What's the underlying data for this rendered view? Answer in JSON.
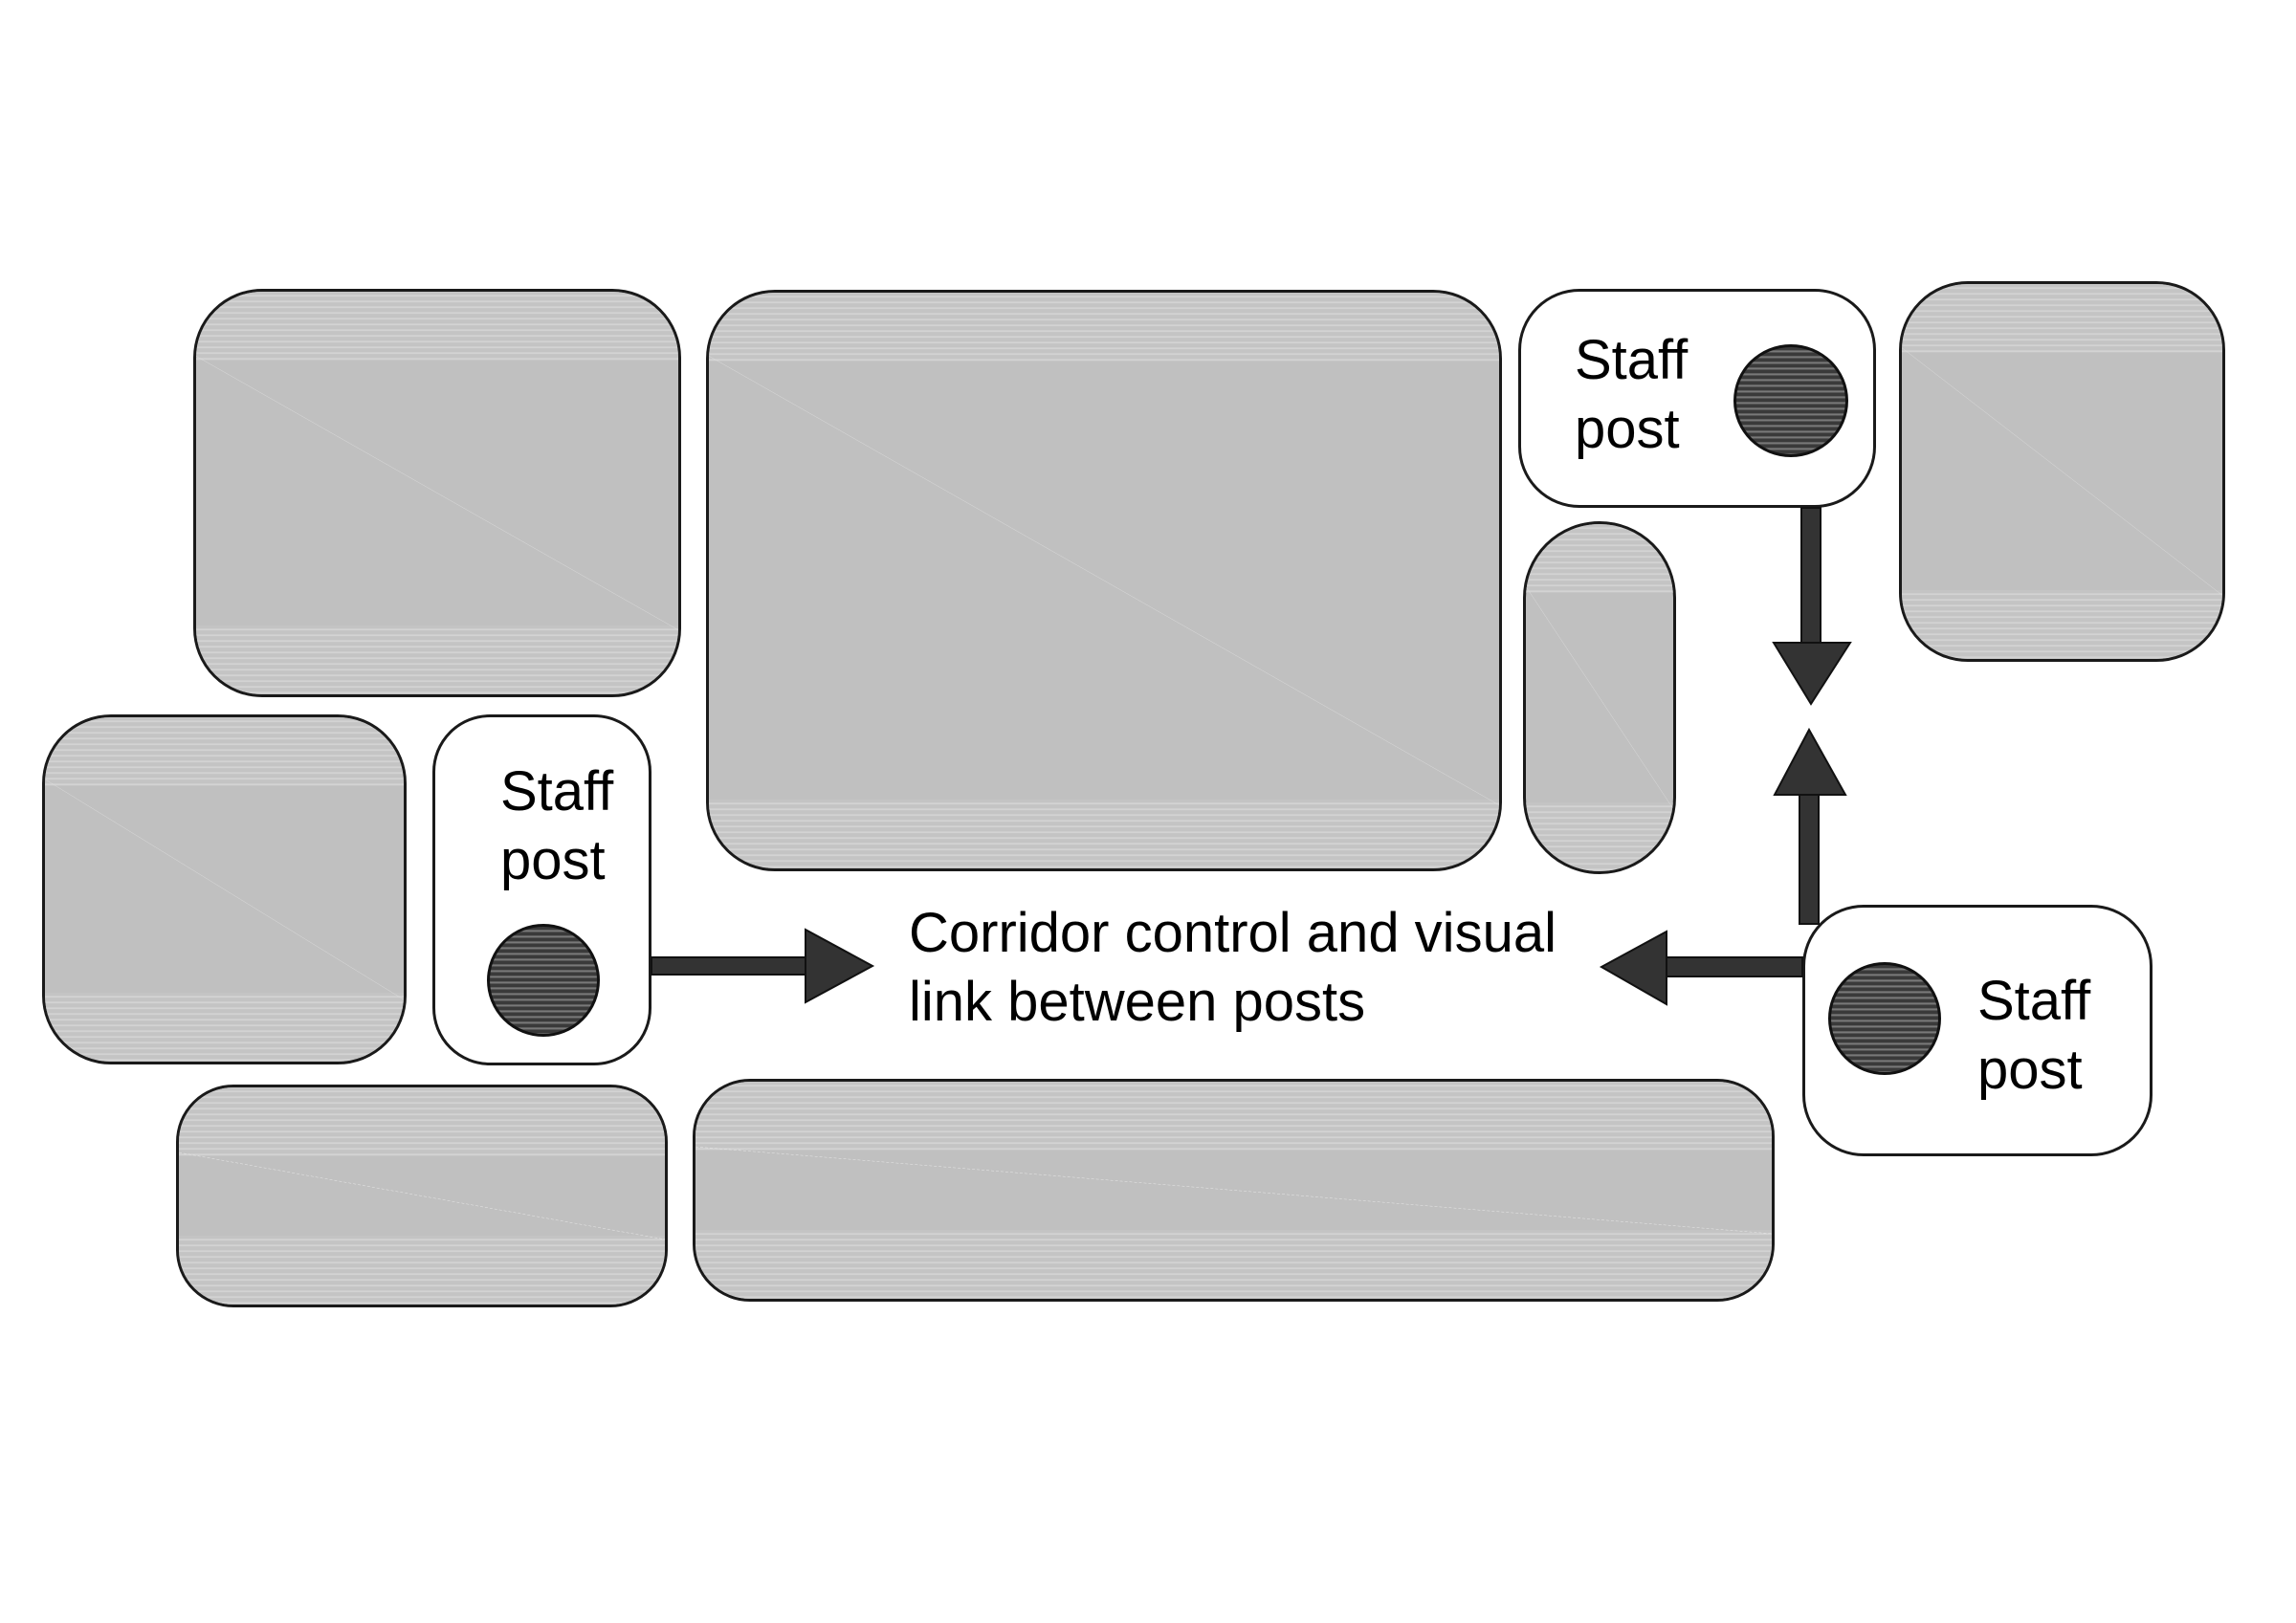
{
  "diagram": {
    "type": "floor-plan-schematic",
    "rooms": [
      {
        "id": "room-top-left",
        "fill": "#c0c0c0"
      },
      {
        "id": "room-center-large",
        "fill": "#c0c0c0"
      },
      {
        "id": "room-top-right",
        "fill": "#c0c0c0"
      },
      {
        "id": "room-small-pill",
        "fill": "#c0c0c0"
      },
      {
        "id": "room-middle-left",
        "fill": "#c0c0c0"
      },
      {
        "id": "room-bottom-left",
        "fill": "#c0c0c0"
      },
      {
        "id": "room-bottom-long",
        "fill": "#c0c0c0"
      }
    ],
    "staff_posts": [
      {
        "id": "staff-post-top",
        "line1": "Staff",
        "line2": "post"
      },
      {
        "id": "staff-post-left",
        "line1": "Staff",
        "line2": "post"
      },
      {
        "id": "staff-post-right",
        "line1": "Staff",
        "line2": "post"
      }
    ],
    "caption": {
      "line1": "Corridor control and visual",
      "line2": "link between posts"
    },
    "arrows": [
      {
        "id": "arrow-left-post-to-center",
        "direction": "right"
      },
      {
        "id": "arrow-right-post-to-center",
        "direction": "left"
      },
      {
        "id": "arrow-top-post-down",
        "direction": "down"
      },
      {
        "id": "arrow-right-post-up",
        "direction": "up"
      }
    ],
    "colors": {
      "room_fill": "#c0c0c0",
      "outline": "#1a1a1a",
      "arrow": "#333333",
      "post_fill": "#ffffff",
      "post_marker": "#3a3a3a"
    }
  }
}
